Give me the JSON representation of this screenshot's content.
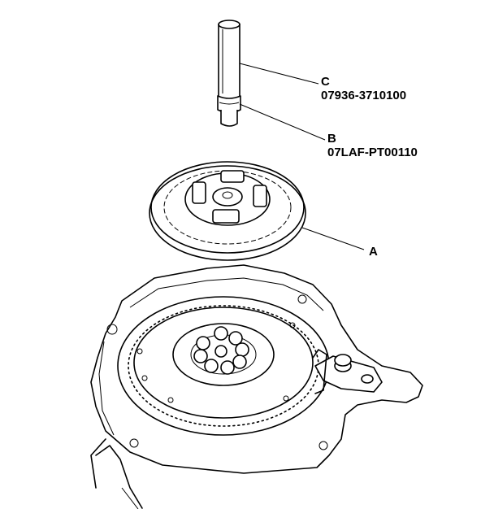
{
  "callouts": {
    "c": {
      "letter": "C",
      "part_number": "07936-3710100"
    },
    "b": {
      "letter": "B",
      "part_number": "07LAF-PT00110"
    },
    "a": {
      "letter": "A"
    }
  },
  "colors": {
    "ink": "#000000",
    "paper": "#ffffff"
  },
  "icons": [
    "handle-tool-icon",
    "pilot-tool-icon",
    "clutch-disc-icon",
    "flywheel-icon",
    "ring-gear-holder-icon"
  ]
}
